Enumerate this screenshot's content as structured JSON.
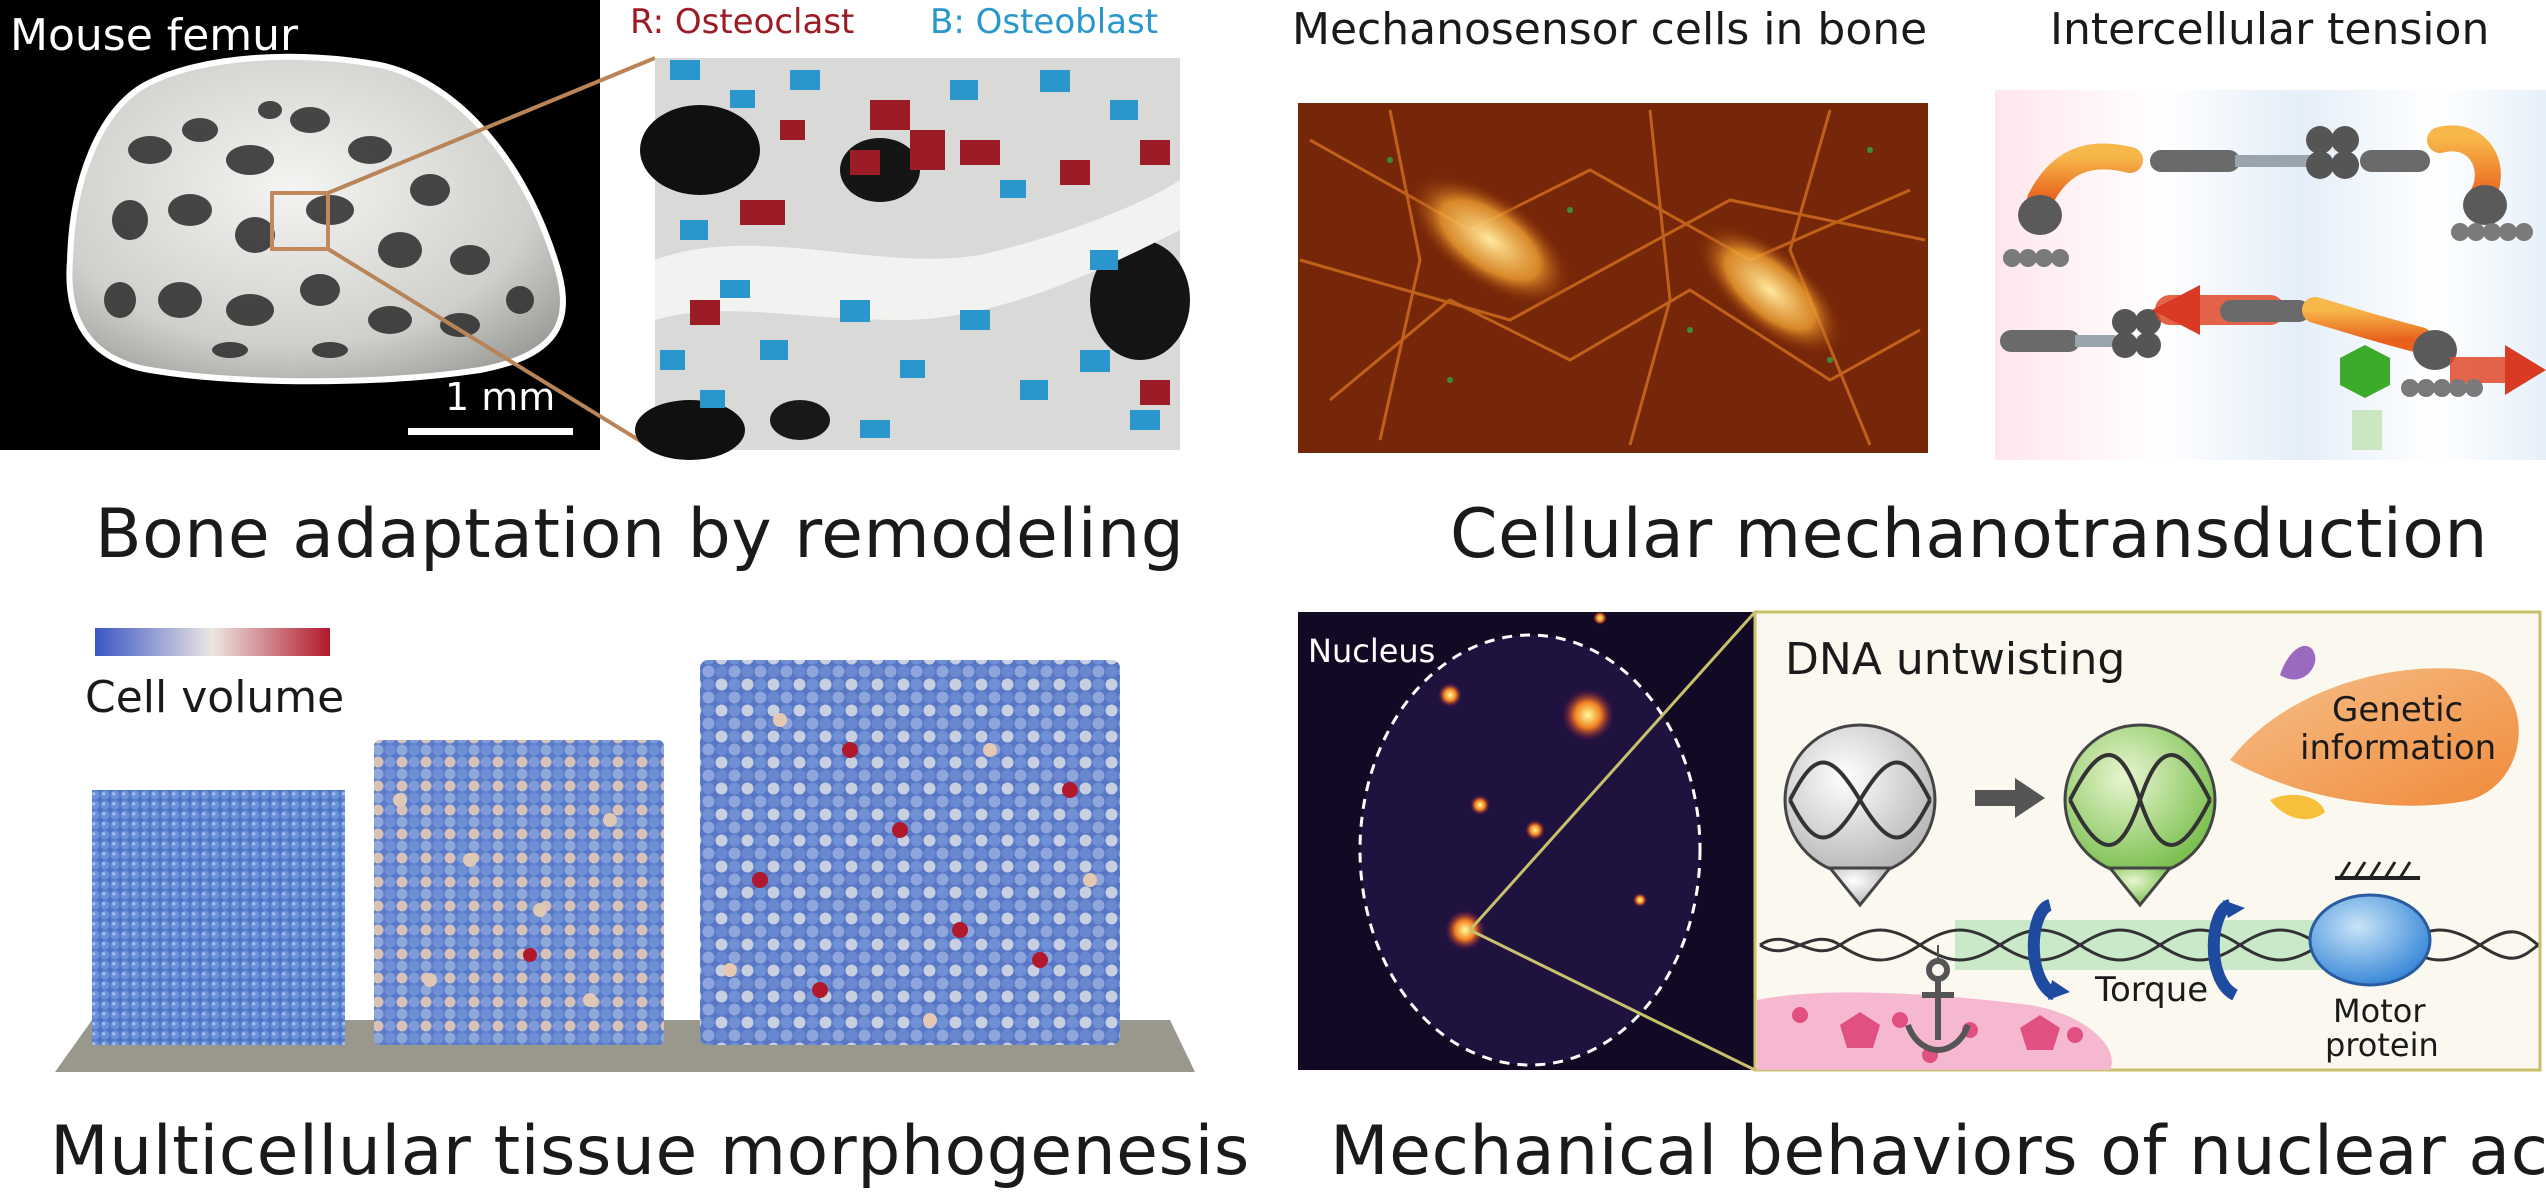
{
  "panels": {
    "bone": {
      "femur_label": "Mouse femur",
      "scale_label": "1 mm",
      "osteoclast_label": "R: Osteoclast",
      "osteoblast_label": "B: Osteoblast",
      "caption": "Bone adaptation by remodeling",
      "colors": {
        "osteoclast": "#9b1c24",
        "osteoblast": "#2a97cc",
        "bone": "#e6e6e4"
      }
    },
    "mechano": {
      "title_left": "Mechanosensor cells in bone",
      "title_right": "Intercellular tension",
      "caption": "Cellular mechanotransduction"
    },
    "tissue": {
      "colorbar_label": "Cell volume",
      "caption": "Multicellular tissue morphogenesis",
      "colors": {
        "low": "#3a56c4",
        "mid": "#e8ddd6",
        "high": "#b2182b",
        "floor": "#9a988d"
      }
    },
    "nucleic": {
      "nucleus_label": "Nucleus",
      "dna_title": "DNA untwisting",
      "genetic_label_1": "Genetic",
      "genetic_label_2": "information",
      "torque_label": "Torque",
      "motor_label_1": "Motor",
      "motor_label_2": "protein",
      "caption": "Mechanical behaviors of nuclear acids"
    }
  }
}
